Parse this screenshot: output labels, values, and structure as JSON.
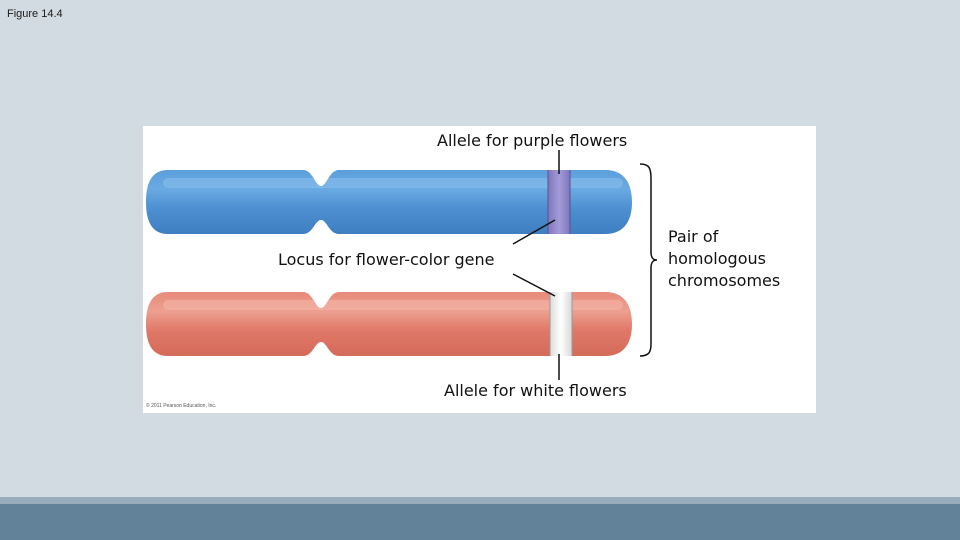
{
  "figure_label": "Figure 14.4",
  "labels": {
    "purple_allele": "Allele for purple flowers",
    "locus": "Locus for flower-color gene",
    "white_allele": "Allele for white flowers",
    "pair_line1": "Pair of",
    "pair_line2": "homologous",
    "pair_line3": "chromosomes"
  },
  "copyright": "© 2011 Pearson Education, Inc.",
  "colors": {
    "chromosome_top": "#4a8fcf",
    "chromosome_bottom": "#e07868",
    "purple_band": "#8f86c8",
    "white_band": "#f4f4f4",
    "background": "#d3dbe2",
    "footer": "#62829a"
  }
}
